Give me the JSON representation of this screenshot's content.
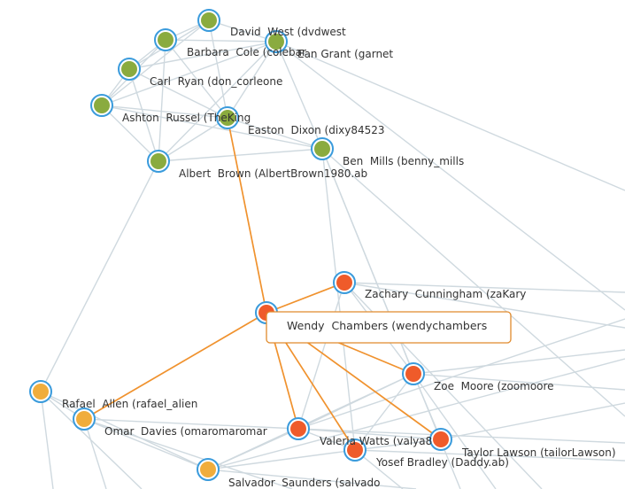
{
  "colors": {
    "edge": "#cfd9df",
    "highlight_edge": "#f0922e",
    "node_ring": "#3a9bdc",
    "cluster_green": "#8aab3f",
    "cluster_orange_red": "#ef5b2a",
    "cluster_amber": "#f0ad3c",
    "tooltip_border": "#e08a2c"
  },
  "selected_node": "wendy",
  "tooltip": {
    "label": "Wendy  Chambers (wendychambers"
  },
  "nodes": [
    {
      "id": "david",
      "label": "David  West (dvdwest",
      "group": "green"
    },
    {
      "id": "barbara",
      "label": "Barbara  Cole (colebar",
      "group": "green"
    },
    {
      "id": "ean",
      "label": "Ean Grant (garnet",
      "group": "green"
    },
    {
      "id": "carl",
      "label": "Carl  Ryan (don_corleone",
      "group": "green"
    },
    {
      "id": "ashton",
      "label": "Ashton  Russel (TheKing",
      "group": "green"
    },
    {
      "id": "easton",
      "label": "Easton  Dixon (dixy84523",
      "group": "green"
    },
    {
      "id": "ben",
      "label": "Ben  Mills (benny_mills",
      "group": "green"
    },
    {
      "id": "albert",
      "label": "Albert  Brown (AlbertBrown1980.ab",
      "group": "green"
    },
    {
      "id": "wendy",
      "label": "",
      "group": "red"
    },
    {
      "id": "zachary",
      "label": "Zachary  Cunningham (zaKary",
      "group": "red"
    },
    {
      "id": "zoe",
      "label": "Zoe  Moore (zoomoore",
      "group": "red"
    },
    {
      "id": "valeria",
      "label": "Valeria Watts (valya8",
      "group": "red"
    },
    {
      "id": "yosef",
      "label": "Yosef Bradley (Daddy.ab)",
      "group": "red"
    },
    {
      "id": "taylor",
      "label": "Taylor Lawson (tailorLawson)",
      "group": "red"
    },
    {
      "id": "rafael",
      "label": "Rafael  Allen (rafael_alien",
      "group": "amber"
    },
    {
      "id": "omar",
      "label": "Omar  Davies (omaromaromar",
      "group": "amber"
    },
    {
      "id": "salvador",
      "label": "Salvador  Saunders (salvado",
      "group": "amber"
    }
  ],
  "highlighted_edges": [
    [
      "wendy",
      "easton"
    ],
    [
      "wendy",
      "zachary"
    ],
    [
      "wendy",
      "omar"
    ],
    [
      "wendy",
      "valeria"
    ],
    [
      "wendy",
      "yosef"
    ],
    [
      "wendy",
      "zoe"
    ],
    [
      "wendy",
      "taylor"
    ]
  ],
  "edges": [
    [
      "david",
      "barbara"
    ],
    [
      "david",
      "ean"
    ],
    [
      "david",
      "carl"
    ],
    [
      "david",
      "ashton"
    ],
    [
      "david",
      "easton"
    ],
    [
      "barbara",
      "ean"
    ],
    [
      "barbara",
      "carl"
    ],
    [
      "barbara",
      "ashton"
    ],
    [
      "barbara",
      "albert"
    ],
    [
      "barbara",
      "easton"
    ],
    [
      "carl",
      "ashton"
    ],
    [
      "carl",
      "albert"
    ],
    [
      "carl",
      "easton"
    ],
    [
      "carl",
      "ean"
    ],
    [
      "ashton",
      "easton"
    ],
    [
      "ashton",
      "albert"
    ],
    [
      "ashton",
      "ben"
    ],
    [
      "ashton",
      "ean"
    ],
    [
      "easton",
      "ben"
    ],
    [
      "easton",
      "albert"
    ],
    [
      "easton",
      "ean"
    ],
    [
      "albert",
      "ean"
    ],
    [
      "albert",
      "ben"
    ],
    [
      "ben",
      "ean"
    ],
    [
      "albert",
      "rafael"
    ],
    [
      "zachary",
      "zoe"
    ],
    [
      "zoe",
      "taylor"
    ],
    [
      "zoe",
      "valeria"
    ],
    [
      "zoe",
      "yosef"
    ],
    [
      "valeria",
      "yosef"
    ],
    [
      "valeria",
      "taylor"
    ],
    [
      "yosef",
      "taylor"
    ],
    [
      "valeria",
      "salvador"
    ],
    [
      "valeria",
      "omar"
    ],
    [
      "salvador",
      "zoe"
    ],
    [
      "salvador",
      "yosef"
    ],
    [
      "rafael",
      "omar"
    ],
    [
      "rafael",
      "salvador"
    ],
    [
      "omar",
      "salvador"
    ],
    [
      "zachary",
      "valeria"
    ],
    [
      "ben",
      "zoe"
    ],
    [
      "ben",
      "yosef"
    ]
  ]
}
